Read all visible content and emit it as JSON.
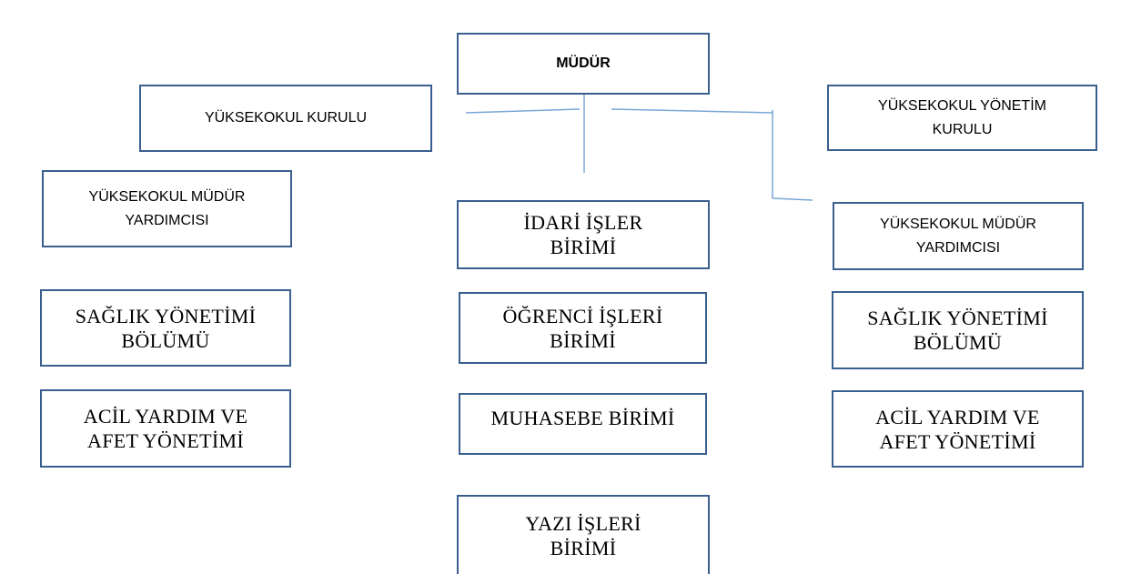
{
  "colors": {
    "border": "#3a5f8f",
    "connector": "#7aa7d6"
  },
  "nodes": {
    "mudur": "MÜDÜR",
    "yuksekokul_kurulu": "YÜKSEKOKUL KURULU",
    "yuksekokul_yonetim_kurulu": "YÜKSEKOKUL YÖNETİM\nKURULU",
    "mudur_yardimcisi_left": "YÜKSEKOKUL MÜDÜR\nYARDIMCISI",
    "mudur_yardimcisi_right": "YÜKSEKOKUL MÜDÜR\nYARDIMCISI",
    "idari_isler": "İDARİ İŞLER\nBİRİMİ",
    "ogrenci_isleri": "ÖĞRENCİ İŞLERİ\nBİRİMİ",
    "muhasebe": "MUHASEBE BİRİMİ",
    "yazi_isleri": "YAZI İŞLERİ\nBİRİMİ",
    "saglik_left": "SAĞLIK YÖNETİMİ\nBÖLÜMÜ",
    "saglik_right": "SAĞLIK YÖNETİMİ\nBÖLÜMÜ",
    "acil_left": "ACİL YARDIM VE\nAFET YÖNETİMİ",
    "acil_right": "ACİL YARDIM VE\nAFET YÖNETİMİ"
  }
}
